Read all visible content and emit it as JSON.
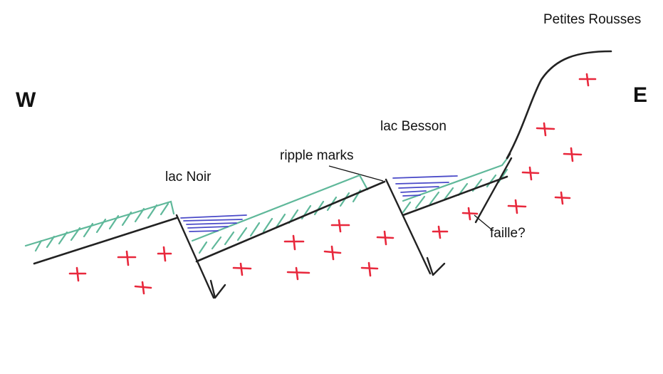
{
  "labels": {
    "west": "W",
    "east": "E",
    "summit": "Petites Rousses",
    "lake_1": "lac Noir",
    "lake_2": "lac Besson",
    "ripple": "ripple marks",
    "fault": "faille?"
  },
  "colors": {
    "ink": "#222222",
    "sediment": "#5fb89a",
    "water": "#4a4ac8",
    "basement_cross": "#e8283c"
  }
}
